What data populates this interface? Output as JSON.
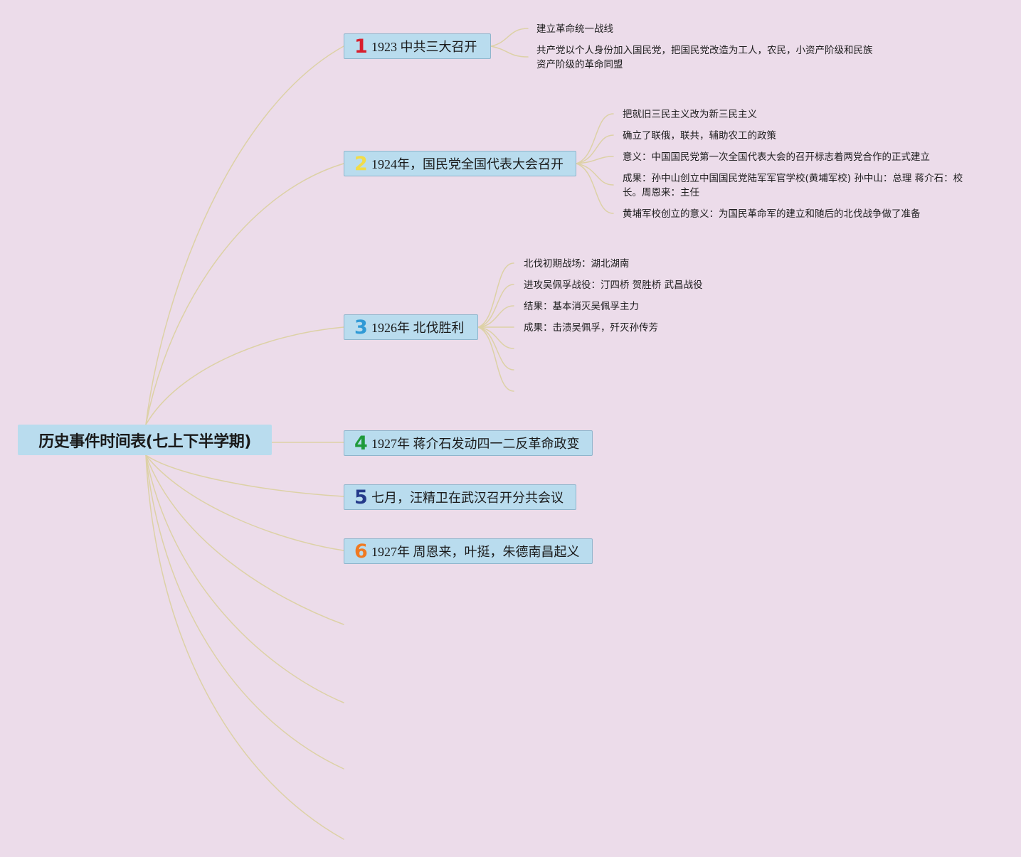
{
  "root": {
    "title": "历史事件时间表(七上下半学期)"
  },
  "topics": [
    {
      "number": "1",
      "number_color": "#d81e2c",
      "title": "1923 中共三大召开",
      "notes": [
        "建立革命统一战线",
        "共产党以个人身份加入国民党，把国民党改造为工人，农民，小资产阶级和民族",
        "资产阶级的革命同盟"
      ]
    },
    {
      "number": "2",
      "number_color": "#f1dc4a",
      "title": "1924年，国民党全国代表大会召开",
      "notes": [
        "把就旧三民主义改为新三民主义",
        "确立了联俄，联共，辅助农工的政策",
        "意义：中国国民党第一次全国代表大会的召开标志着两党合作的正式建立",
        "成果：孙中山创立中国国民党陆军军官学校(黄埔军校) 孙中山：总理 蒋介石：校",
        "长。周恩来：主任",
        "黄埔军校创立的意义：为国民革命军的建立和随后的北伐战争做了准备"
      ]
    },
    {
      "number": "3",
      "number_color": "#2f9ad6",
      "title": "1926年 北伐胜利",
      "notes": [
        "北伐初期战场：湖北湖南",
        "进攻吴佩孚战役：汀四桥 贺胜桥 武昌战役",
        "结果：基本消灭吴佩孚主力",
        "成果：击溃吴佩孚，歼灭孙传芳"
      ]
    },
    {
      "number": "4",
      "number_color": "#1f9a3a",
      "title": "1927年 蒋介石发动四一二反革命政变",
      "notes": []
    },
    {
      "number": "5",
      "number_color": "#243a8a",
      "title": "七月，汪精卫在武汉召开分共会议",
      "notes": []
    },
    {
      "number": "6",
      "number_color": "#ef7a22",
      "title": "1927年 周恩来，叶挺，朱德南昌起义",
      "notes": []
    }
  ],
  "colors": {
    "background": "#ecdcea",
    "node_fill": "#b9dcee",
    "node_border": "#8fb5cc",
    "connector": "#ddd1a6"
  }
}
